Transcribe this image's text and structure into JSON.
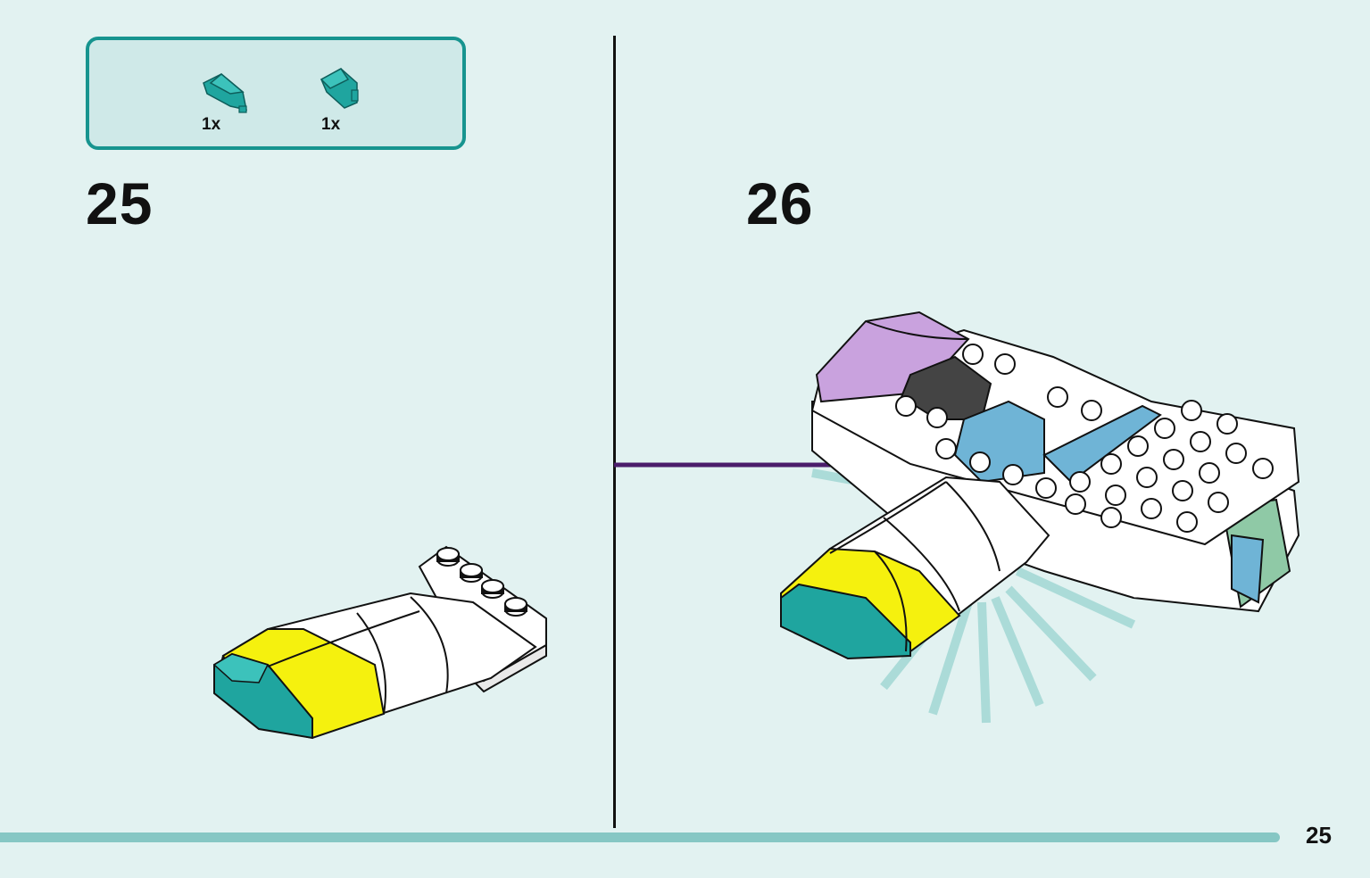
{
  "parts_callout": {
    "items": [
      {
        "icon": "teal-wedge-slope-left-icon",
        "quantity": "1x"
      },
      {
        "icon": "teal-wedge-slope-right-icon",
        "quantity": "1x"
      }
    ]
  },
  "steps": [
    {
      "number": "25"
    },
    {
      "number": "26"
    }
  ],
  "page": {
    "number": "25"
  },
  "colors": {
    "background": "#e2f2f1",
    "teal": "#17948f",
    "yellow": "#f5f10e",
    "arrow": "#4b1d6b",
    "lilac": "#c9a2de",
    "blue": "#6fb4d6"
  }
}
